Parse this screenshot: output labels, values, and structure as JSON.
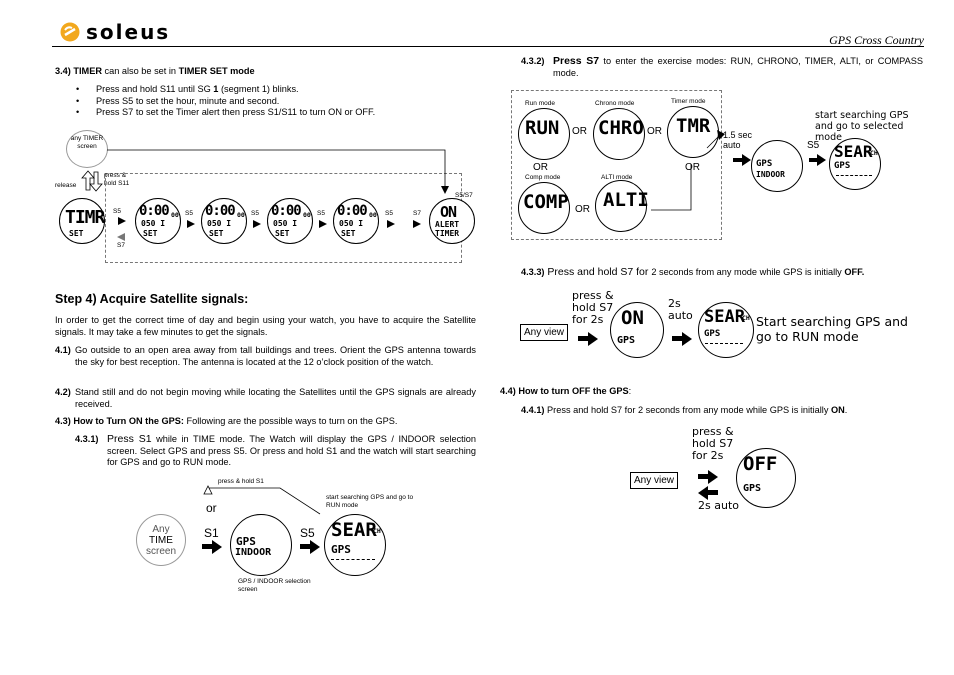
{
  "header": {
    "brand": "soleus",
    "doc_title": "GPS Cross Country"
  },
  "left": {
    "s34_title_a": "3.4) TIMER",
    "s34_title_b": " can also be set in ",
    "s34_title_c": "TIMER SET mode",
    "s34_b1_a": "Press and hold S11 until SG ",
    "s34_b1_b": "1",
    "s34_b1_c": " (segment 1) blinks.",
    "s34_b2": "Press S5 to set the hour, minute and second.",
    "s34_b3": "Press S7 to set the Timer alert then press S1/S11 to turn ON or OFF.",
    "d1": {
      "any_timer": "any TIMER screen",
      "release": "release",
      "press_hold": "press & hold S11",
      "s5": "S5",
      "s7": "S7",
      "s5s7": "S5/S7",
      "w1_big": "TIMR",
      "w1_sub": "SET",
      "w2_big": "0:00",
      "w2_small": "00",
      "w2_mid": "050 I",
      "w2_sub": "SET",
      "w3_big": "0:00",
      "w3_small": "00",
      "w4_big": "0:00",
      "w4_small": "00",
      "w5_big": "0:00",
      "w5_small": "00",
      "w6_big": "ON",
      "w6_mid": "ALERT",
      "w6_sub": "TIMER"
    },
    "step4_title": "Step 4) Acquire Satellite signals:",
    "step4_intro": "In order to get the correct time of day and begin using your watch, you have to acquire the Satellite signals. It may take a few minutes to get the signals.",
    "s41_num": "4.1)",
    "s41_text": " Go outside to an open area away from tall buildings and trees. Orient the GPS antenna towards the sky for best reception. The antenna is located at the 12 o’clock position of the watch.",
    "s42_num": "4.2)",
    "s42_text": " Stand still and do not begin moving while locating the Satellites until the GPS signals are already received.",
    "s43_title": "4.3) How to Turn ON the GPS:",
    "s43_text": " Following are the possible ways to turn on the GPS.",
    "s431_num": "4.3.1)",
    "s431_a": " Press S1",
    "s431_b": " while in TIME mode",
    "s431_c": ". The Watch will display the GPS / INDOOR selection screen. Select GPS and press S5. Or press and hold S1 and the watch will start searching for GPS and go to RUN mode.",
    "d2": {
      "press_hold_s1": "press & hold S1",
      "or": "or",
      "start_search": "start searching GPS and go to RUN mode",
      "any": "Any",
      "time": "TIME",
      "screen": "screen",
      "s1": "S1",
      "s5": "S5",
      "w2_top": "GPS",
      "w2_bot": "INDOOR",
      "w3_big": "SEAR",
      "w3_small": "CH",
      "w3_mid": "GPS",
      "caption": "GPS / INDOOR selection screen"
    }
  },
  "right": {
    "s432_num": "4.3.2)",
    "s432_a": " Press S7",
    "s432_b": " to enter the exercise modes: RUN, CHRONO, TIMER, ALTI, or COMPASS mode.",
    "d3": {
      "run_mode": "Run mode",
      "chrono_mode": "Chrono mode",
      "timer_mode": "Timer mode",
      "comp_mode": "Comp mode",
      "alti_mode": "ALTI mode",
      "run": "RUN",
      "chro": "CHRO",
      "tmr": "TMR",
      "comp": "COMP",
      "alti": "ALTI",
      "or": "OR",
      "sec": "1.5 sec auto",
      "s5": "S5",
      "start_search": "start searching GPS and go to selected mode",
      "gps": "GPS",
      "indoor": "INDOOR",
      "sear": "SEAR",
      "ch": "CH"
    },
    "s433_num": "4.3.3)",
    "s433_a": " Press and hold S7 for ",
    "s433_b": "2 seconds from any mode while GPS is initially ",
    "s433_c": "OFF.",
    "d4": {
      "any_view": "Any view",
      "press_hold": "press & hold S7 for 2s",
      "auto": "2s auto",
      "on": "ON",
      "gps": "GPS",
      "sear": "SEAR",
      "ch": "CH",
      "caption": "Start searching GPS and go to RUN mode"
    },
    "s44_title": "4.4) How to turn OFF the GPS",
    "s44_colon": ":",
    "s441_num": "4.4.1)",
    "s441_a": " Press and hold S7 for 2 seconds from any mode while GPS is initially ",
    "s441_b": "ON",
    "s441_c": ".",
    "d5": {
      "any_view": "Any view",
      "press_hold": "press & hold S7 for 2s",
      "off": "OFF",
      "gps": "GPS",
      "auto": "2s auto"
    }
  }
}
